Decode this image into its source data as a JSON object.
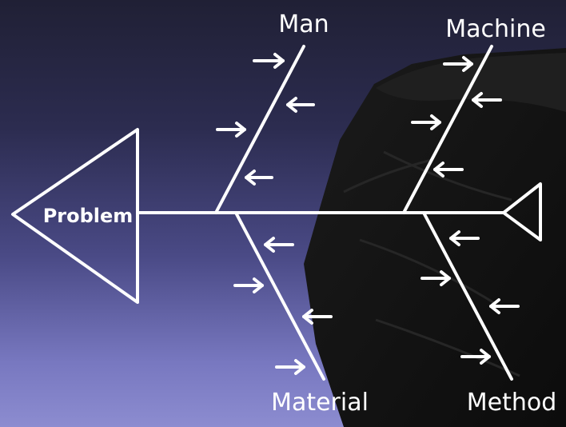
{
  "diagram": {
    "problem_label": "Problem",
    "categories": {
      "man": "Man",
      "machine": "Machine",
      "material": "Material",
      "method": "Method"
    }
  },
  "colors": {
    "background_top": "#202035",
    "background_bottom": "#8c8cd0",
    "ink": "#ffffff",
    "jacket": "#141414"
  }
}
